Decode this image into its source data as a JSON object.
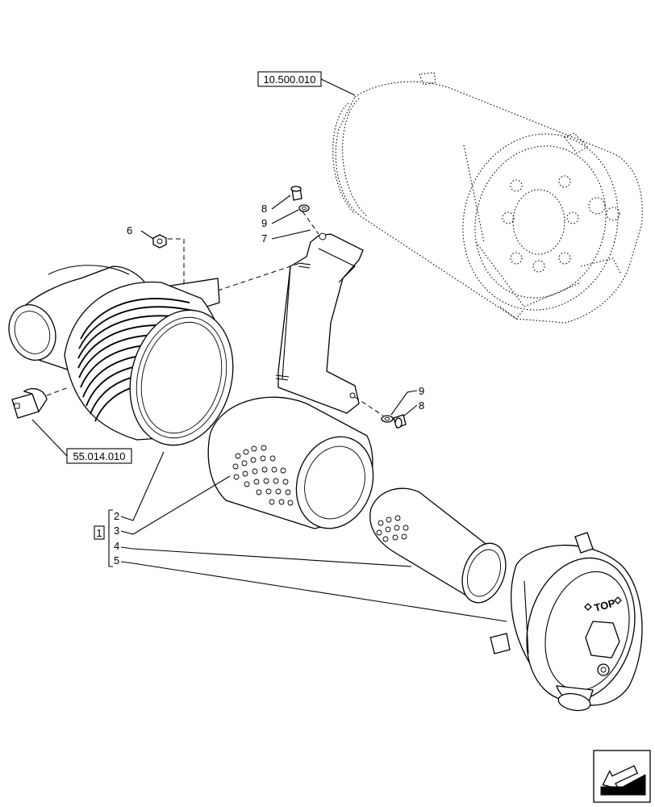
{
  "references": {
    "engine": "10.500.010",
    "sensor": "55.014.010"
  },
  "group_label": "1",
  "callouts": [
    {
      "id": "c2",
      "text": "2"
    },
    {
      "id": "c3",
      "text": "3"
    },
    {
      "id": "c4",
      "text": "4"
    },
    {
      "id": "c5",
      "text": "5"
    },
    {
      "id": "c6",
      "text": "6"
    },
    {
      "id": "c7",
      "text": "7"
    },
    {
      "id": "c8a",
      "text": "8"
    },
    {
      "id": "c9a",
      "text": "9"
    },
    {
      "id": "c9b",
      "text": "9"
    },
    {
      "id": "c8b",
      "text": "8"
    }
  ],
  "cover_text": "TOP",
  "icons": {
    "navigation": "next-page-arrow-icon"
  }
}
